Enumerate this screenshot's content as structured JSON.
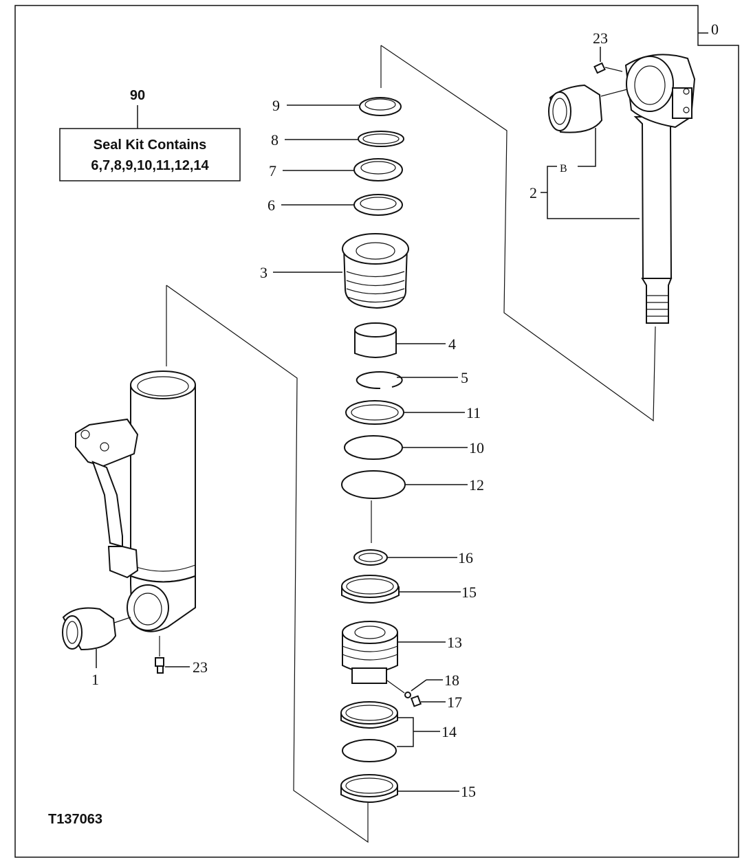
{
  "callouts": {
    "c0": "0",
    "c1": "1",
    "c2": "2",
    "c3": "3",
    "c4": "4",
    "c5": "5",
    "c6": "6",
    "c7": "7",
    "c8": "8",
    "c9": "9",
    "c10": "10",
    "c11": "11",
    "c12": "12",
    "c13": "13",
    "c14": "14",
    "c15a": "15",
    "c15b": "15",
    "c16": "16",
    "c17": "17",
    "c18": "18",
    "c23a": "23",
    "c23b": "23",
    "cB": "B",
    "c90": "90"
  },
  "seal_kit": {
    "line1": "Seal Kit Contains",
    "line2": "6,7,8,9,10,11,12,14"
  },
  "figure_id": "T137063"
}
